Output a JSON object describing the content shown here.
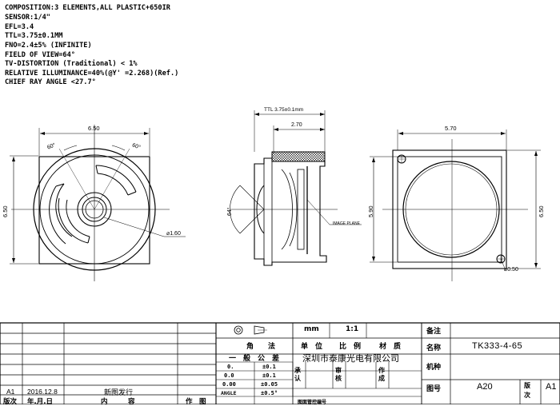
{
  "specs": {
    "composition": "COMPOSITION:3 ELEMENTS,ALL PLASTIC+650IR",
    "sensor": "SENSOR:1/4\"",
    "efl": "EFL=3.4",
    "ttl": "TTL=3.75±0.1MM",
    "fno": "FNO=2.4±5% (INFINITE)",
    "fov": "FIELD OF VIEW=64°",
    "tv_distortion": "TV-DISTORTION (Traditional) < 1%",
    "relative_illuminance": "RELATIVE ILLUMINANCE=40%(@Y' =2.268)(Ref.)",
    "chief_ray_angle": "CHIEF RAY ANGLE <27.7°"
  },
  "front_view": {
    "width_dim": "6.50",
    "height_dim": "6.50",
    "angle_left": "60°",
    "angle_right": "60°",
    "hole_dim": "⌀1.60"
  },
  "side_view": {
    "ttl_dim": "TTL 3.75±0.1mm",
    "depth_dim": "2.70",
    "fov_angle": "64°",
    "image_plane": "IMAGE PLANE"
  },
  "back_view": {
    "width_dim": "5.70",
    "inner_height_dim": "5.90",
    "outer_height_dim": "6.50",
    "hole_dim": "⌀0.50"
  },
  "title_block": {
    "projection_symbol": "first-angle-projection-icon",
    "angle_method": "角　　法",
    "unit_label": "单　位",
    "unit_value": "mm",
    "scale_label": "比　例",
    "scale_value": "1:1",
    "material_label": "材　质",
    "remark_label": "备注",
    "name_label": "名称",
    "part_name": "TK333-4-65",
    "general_tolerance": "一　般　公　差",
    "company": "深圳市泰康光电有限公司",
    "model_label": "机种",
    "tolerances": [
      {
        "range": "0.",
        "value": "±0.1"
      },
      {
        "range": "0.0",
        "value": "±0.1"
      },
      {
        "range": "0.00",
        "value": "±0.05"
      },
      {
        "range": "ANGLE",
        "value": "±0.5°"
      }
    ],
    "approve_label": "承认",
    "review_label": "审核",
    "author_label": "作成",
    "drawing_no_label": "图号",
    "drawing_no": "A20",
    "revision_label": "版次",
    "revision": "A1",
    "drawing_code_label": "图面管控编号"
  },
  "revision_table": {
    "entries": [
      {
        "version": "A1",
        "date": "2016.12.8",
        "content": "新图发行"
      }
    ],
    "header_version": "版次",
    "header_date": "年.月.日",
    "header_content": "内　　　容",
    "header_author": "作　图"
  }
}
